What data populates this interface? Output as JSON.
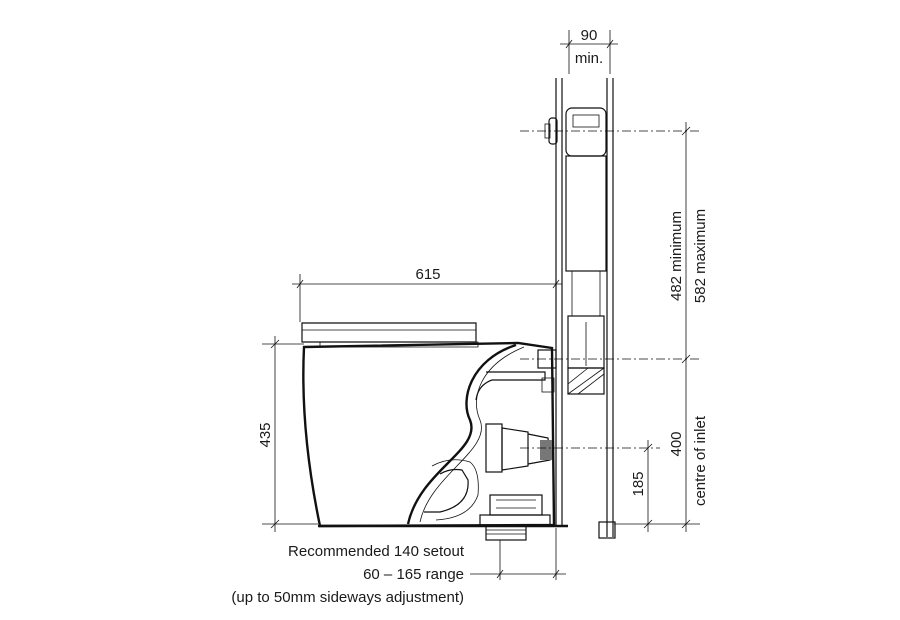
{
  "dimensions": {
    "wall_gap": "90",
    "wall_gap_note": "min.",
    "pan_depth": "615",
    "pan_height": "435",
    "inlet_range_min": "482 minimum",
    "inlet_range_max": "582 maximum",
    "inlet_centre_height": "400",
    "inlet_centre_label": "centre of inlet",
    "outlet_height": "185"
  },
  "notes": {
    "setout": "Recommended 140 setout",
    "range": "60 – 165 range",
    "adjustment": "(up to 50mm sideways adjustment)"
  }
}
